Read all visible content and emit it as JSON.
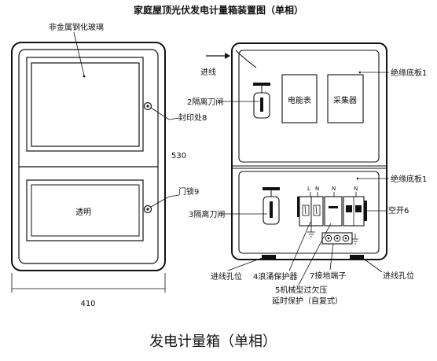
{
  "title": "家庭屋顶光伏发电计量箱装置图（单相）",
  "caption": "发电计量箱（单相）",
  "front_view": {
    "glass_label": "非金属钢化玻璃",
    "seal_label": "封印处8",
    "lock_label": "门锁9",
    "transparent_label": "透明",
    "height_dim": "530",
    "width_dim": "410"
  },
  "inner_view": {
    "inlet_label": "进线",
    "insulation_top_label": "绝缘底板1",
    "insulation_bottom_label": "绝缘底板1",
    "isolator_2_label": "2隔离刀闸",
    "meter_label": "电能表",
    "collector_label": "采集器",
    "isolator_3_label": "3隔离刀闸",
    "breaker_label": "空开6",
    "terminal_l": "L",
    "terminal_n1": "N",
    "terminal_n2": "N",
    "terminal_n3": "N",
    "inlet_hole_left_label": "进线孔位",
    "surge_label": "4浪涌保护器",
    "ground_terminal_label": "7接地端子",
    "inlet_hole_right_label": "进线孔位",
    "relay_label_line1": "5机械型过欠压",
    "relay_label_line2": "延时保护（自复式）"
  }
}
